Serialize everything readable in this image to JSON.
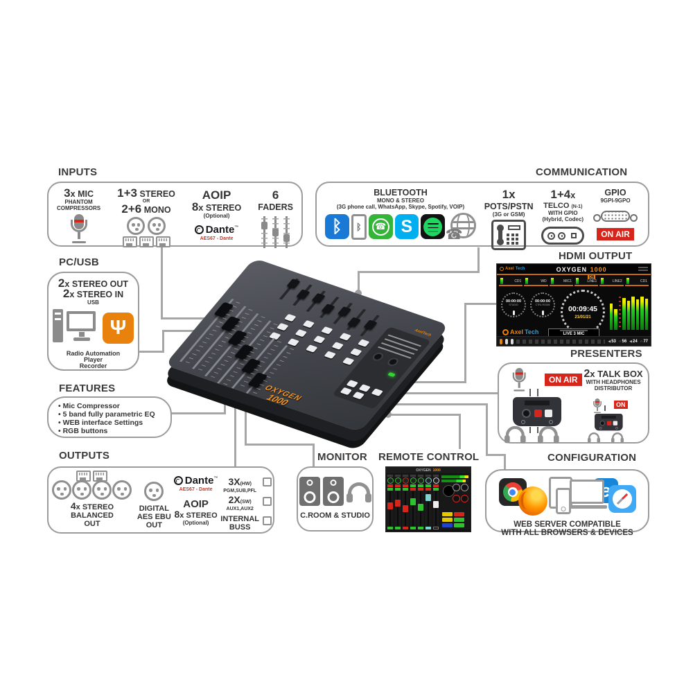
{
  "colors": {
    "line": "#a6a6a6",
    "box_border": "#9b9b9b",
    "red": "#d6251b",
    "usb_orange": "#e8820c",
    "oxygen_orange": "#f7941d"
  },
  "inputs": {
    "title": "INPUTS",
    "mic_big": "3",
    "mic_rest": "x MIC",
    "mic_sub1": "PHANTOM",
    "mic_sub2": "COMPRESSORS",
    "st1_big": "1+3",
    "st1_rest": " STEREO",
    "st_or": "OR",
    "st2_big": "2+6",
    "st2_rest": " MONO",
    "aoip": "AOIP",
    "st8_big": "8",
    "st8_rest": "x STEREO",
    "opt": "(Optional)",
    "dante": "Dante",
    "tm": "™",
    "dante_sub": "AES67 - Dante",
    "fad_big": "6",
    "fad_lbl": "FADERS"
  },
  "communication": {
    "title": "COMMUNICATION",
    "bt1": "BLUETOOTH",
    "bt2": "MONO & STEREO",
    "bt3": "(3G phone call, WhatsApp, Skype, Spotify, VOIP)",
    "pots1": "1x",
    "pots2": "POTS/PSTN",
    "pots3": "(3G or GSM)",
    "tel1_big": "1+4",
    "tel1_x": "x",
    "tel2": "TELCO ",
    "tel2b": "(N-1)",
    "tel3": "WITH GPIO",
    "tel4": "(Hybrid, Codec)",
    "gpio": "GPIO",
    "gpio2": "9GPI-9GPO",
    "onair": "ON AIR"
  },
  "pcusb": {
    "title": "PC/USB",
    "l1_big": "2",
    "l1_rest": "x STEREO OUT",
    "l2_big": "2",
    "l2_rest": "x STEREO IN",
    "usb": "USB",
    "usb_glyph": "Ψ",
    "cap1": "Radio Automation",
    "cap2": "Player",
    "cap3": "Recorder"
  },
  "features": {
    "title": "FEATURES",
    "items": [
      "Mic Compressor",
      "5 band fully parametric EQ",
      "WEB interface Settings",
      "RGB buttons"
    ]
  },
  "outputs": {
    "title": "OUTPUTS",
    "bal_big": "4",
    "bal_rest": "x STEREO",
    "bal2": "BALANCED",
    "bal3": "OUT",
    "dig1": "DIGITAL",
    "dig2": "AES EBU",
    "dig3": "OUT",
    "dante": "Dante",
    "tm": "™",
    "dante_sub": "AES67 - Dante",
    "aoip": "AOIP",
    "s8_big": "8",
    "s8_rest": "x STEREO",
    "opt": "(Optional)",
    "b1": "3X",
    "b1s": "(HW)",
    "b2": "PGM,SUB,PFL",
    "b3": "2X",
    "b3s": "(SW)",
    "b4": "AUX1,AUX2",
    "b5": "INTERNAL",
    "b6": "BUSS"
  },
  "monitor": {
    "title": "MONITOR",
    "caption": "C.ROOM & STUDIO"
  },
  "remote": {
    "title": "REMOTE CONTROL",
    "brand": "OXYGEN",
    "model": "1000"
  },
  "config": {
    "title": "CONFIGURATION",
    "cap1": "WEB SERVER COMPATIBLE",
    "cap2": "WITH ALL BROWSERS & DEVICES"
  },
  "hdmi": {
    "title": "HDMI OUTPUT",
    "la": "Axel",
    "lb": "Tech",
    "brand": "OXYGEN",
    "model": "1000",
    "channels": [
      "CD1",
      "WD",
      "MIC1",
      "LINE1",
      "LINE2",
      "CD1"
    ],
    "on": "ON",
    "t1": "00:00:00",
    "t1l": "STUDIO",
    "t2": "00:00:00",
    "t2l": "CTRL ROOM",
    "clock": "00:09:45",
    "date": "21/01/21",
    "live": "LIVE 3 MIC",
    "m1": "53",
    "m2": "56",
    "m3": "24",
    "m4": "77",
    "spk_glyph": "◀",
    "hp_glyph": "∩"
  },
  "presenters": {
    "title": "PRESENTERS",
    "onair": "ON AIR",
    "on": "ON",
    "t_big": "2",
    "t_rest": "x TALK BOX",
    "t2": "WITH HEADPHONES",
    "t3": "DISTRIBUTOR"
  },
  "mixer": {
    "brand": "AxelTech",
    "logo1": "OXYGEN",
    "logo2": "1000"
  },
  "icon_glyphs": {
    "bluetooth": "ᛒ",
    "skype": "S",
    "phone": "☎",
    "edge": "e"
  }
}
